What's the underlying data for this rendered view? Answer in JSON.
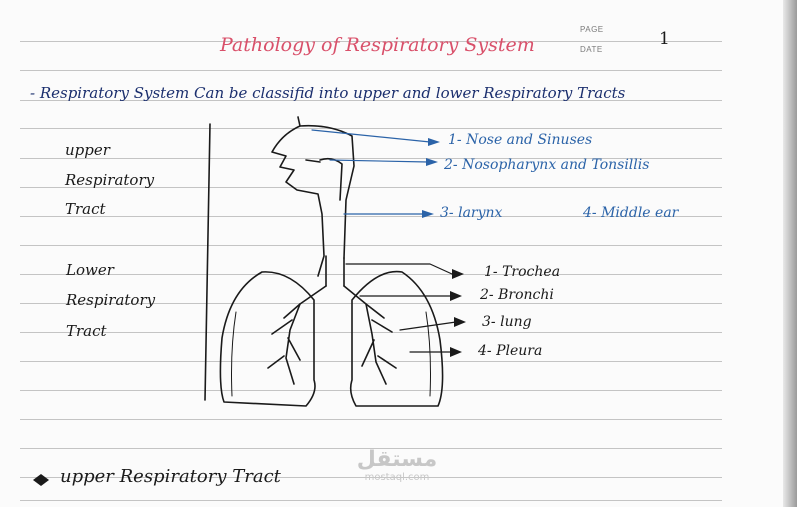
{
  "page": {
    "page_label": "PAGE",
    "page_number": "1",
    "date_label": "DATE"
  },
  "title": "Pathology of Respiratory System",
  "intro": "- Respiratory System Can be classifid into upper and lower Respiratory Tracts",
  "upper_tract": {
    "label_lines": [
      "upper",
      "Respiratory",
      "Tract"
    ],
    "items": [
      "1- Nose and Sinuses",
      "2- Nosopharynx and Tonsillis",
      "3- larynx",
      "4- Middle ear"
    ]
  },
  "lower_tract": {
    "label_lines": [
      "Lower",
      "Respiratory",
      "Tract"
    ],
    "items": [
      "1- Trochea",
      "2- Bronchi",
      "3- lung",
      "4- Pleura"
    ]
  },
  "section_heading": "upper Respiratory Tract",
  "watermark": {
    "brand_arabic": "مستقل",
    "brand_latin": "mostaql.com"
  },
  "colors": {
    "title": "#d9506a",
    "intro": "#1b2f6e",
    "upper_items": "#2b63a8",
    "ink": "#1a1a1a",
    "rule": "#c4c4c4"
  }
}
